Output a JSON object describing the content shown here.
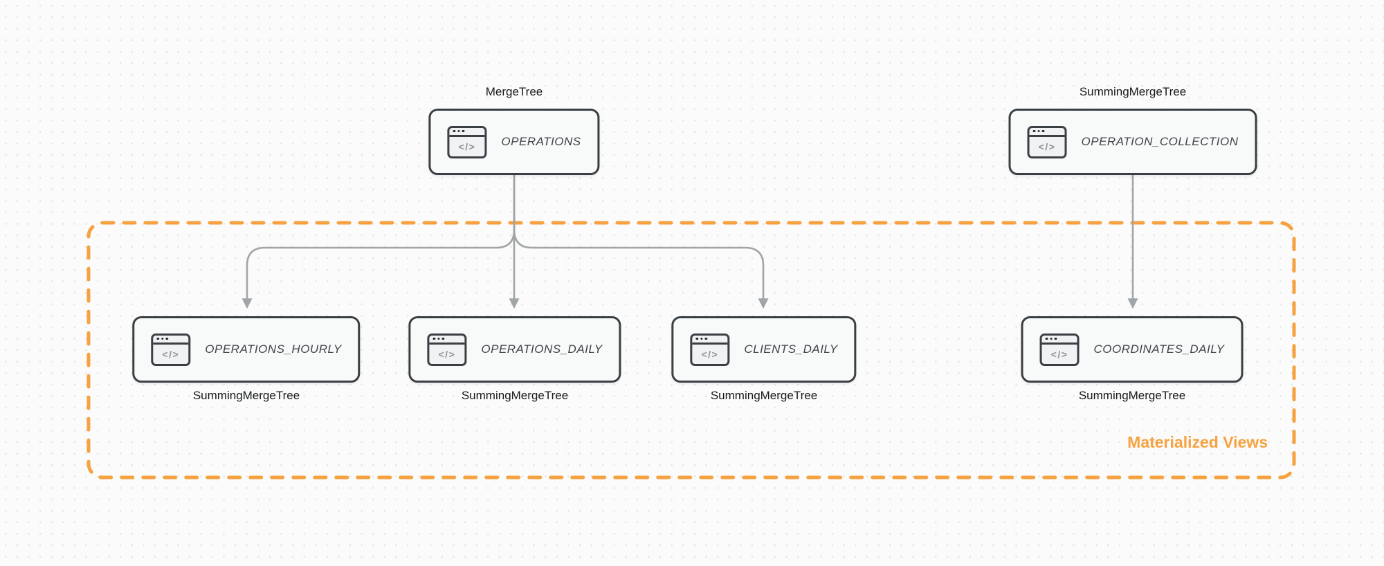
{
  "diagram": {
    "icon_glyph": "</>",
    "colors": {
      "accent_orange": "#F6A240",
      "arrow_gray": "#A2A5A7",
      "node_border": "#3A3F44",
      "node_fill": "#F8F9F9",
      "background": "#FBFBFB"
    },
    "nodes": [
      {
        "table": "OPERATIONS",
        "engine": "MergeTree",
        "engine_label_position": "above",
        "group": null
      },
      {
        "table": "OPERATION_COLLECTION",
        "engine": "SummingMergeTree",
        "engine_label_position": "above",
        "group": null
      },
      {
        "table": "OPERATIONS_HOURLY",
        "engine": "SummingMergeTree",
        "engine_label_position": "below",
        "group": "Materialized Views"
      },
      {
        "table": "OPERATIONS_DAILY",
        "engine": "SummingMergeTree",
        "engine_label_position": "below",
        "group": "Materialized Views"
      },
      {
        "table": "CLIENTS_DAILY",
        "engine": "SummingMergeTree",
        "engine_label_position": "below",
        "group": "Materialized Views"
      },
      {
        "table": "COORDINATES_DAILY",
        "engine": "SummingMergeTree",
        "engine_label_position": "below",
        "group": "Materialized Views"
      }
    ],
    "edges": [
      {
        "from": "OPERATIONS",
        "to": "OPERATIONS_HOURLY"
      },
      {
        "from": "OPERATIONS",
        "to": "OPERATIONS_DAILY"
      },
      {
        "from": "OPERATIONS",
        "to": "CLIENTS_DAILY"
      },
      {
        "from": "OPERATION_COLLECTION",
        "to": "COORDINATES_DAILY"
      }
    ],
    "group": {
      "label": "Materialized Views"
    }
  }
}
